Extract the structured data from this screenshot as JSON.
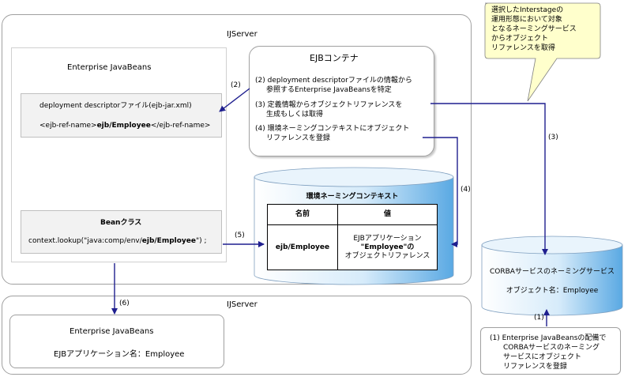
{
  "ijserver_top": {
    "title": "IJServer"
  },
  "ejb_section": {
    "title": "Enterprise JavaBeans",
    "dd_line1": "deployment descriptorファイル(ejb-jar.xml)",
    "dd_line2_pre": "<ejb-ref-name>",
    "dd_line2_bold": "ejb/Employee",
    "dd_line2_post": "</ejb-ref-name>",
    "bean_title": "Beanクラス",
    "bean_code_pre": "context.lookup(\"java:comp/env/",
    "bean_code_bold": "ejb/Employee",
    "bean_code_post": "\") ;"
  },
  "ejb_container": {
    "title": "EJBコンテナ",
    "step2_l1": "(2) deployment descriptorファイルの情報から",
    "step2_l2": "参照するEnterprise JavaBeansを特定",
    "step3_l1": "(3) 定義情報からオブジェクトリファレンスを",
    "step3_l2": "生成もしくは取得",
    "step4_l1": "(4) 環境ネーミングコンテキストにオブジェクト",
    "step4_l2": "リファレンスを登録"
  },
  "env_context": {
    "title": "環境ネーミングコンテキスト",
    "col_name": "名前",
    "col_value": "値",
    "row_name": "ejb/Employee",
    "row_value_l1": "EJBアプリケーション",
    "row_value_l2": "\"Employee\"の",
    "row_value_l3": "オブジェクトリファレンス"
  },
  "callout": {
    "l1": "選択したInterstageの",
    "l2": "運用形態において対象",
    "l3": "となるネーミングサービス",
    "l4": "からオブジェクト",
    "l5": "リファレンスを取得"
  },
  "corba": {
    "title": "CORBAサービスのネーミングサービス",
    "object_name": "オブジェクト名：Employee"
  },
  "ijserver_bottom": {
    "title": "IJServer",
    "ejb_title": "Enterprise JavaBeans",
    "app_name": "EJBアプリケーション名：Employee"
  },
  "step1_box": {
    "l1": "(1) Enterprise JavaBeansの配備で",
    "l2": "CORBAサービスのネーミング",
    "l3": "サービスにオブジェクト",
    "l4": "リファレンスを登録"
  },
  "arrow_labels": {
    "a2": "(2)",
    "a3": "(3)",
    "a4": "(4)",
    "a5": "(5)",
    "a6": "(6)",
    "a1": "(1)"
  },
  "colors": {
    "arrow": "#1f1f8f",
    "cylinder_top": "#dbeefb",
    "cylinder_side": "#6db4e6",
    "callout": "#ffffcc"
  }
}
